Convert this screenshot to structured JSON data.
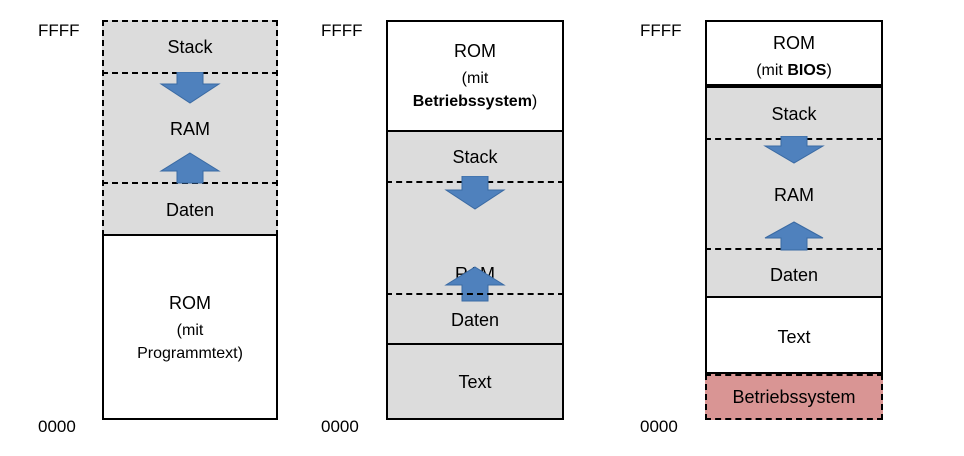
{
  "addresses": {
    "top": "FFFF",
    "bottom": "0000"
  },
  "diagram1": {
    "stack": "Stack",
    "ram": "RAM",
    "daten": "Daten",
    "rom_title": "ROM",
    "rom_sub1": "(mit",
    "rom_sub2": "Programmtext)"
  },
  "diagram2": {
    "rom_title": "ROM",
    "rom_sub1": "(mit",
    "rom_sub2": "Betriebssystem",
    "rom_sub2_suffix": ")",
    "stack": "Stack",
    "ram": "RAM",
    "daten": "Daten",
    "text": "Text"
  },
  "diagram3": {
    "rom_title": "ROM",
    "rom_sub_prefix": "(mit ",
    "rom_sub_bold": "BIOS",
    "rom_sub_suffix": ")",
    "stack": "Stack",
    "ram": "RAM",
    "daten": "Daten",
    "text": "Text",
    "os": "Betriebssystem"
  },
  "colors": {
    "block_gray": "#dcdcdc",
    "arrow_blue": "#4f81bd",
    "os_red": "#d99594"
  },
  "icons": {
    "down": "arrow-down-icon",
    "up": "arrow-up-icon"
  }
}
